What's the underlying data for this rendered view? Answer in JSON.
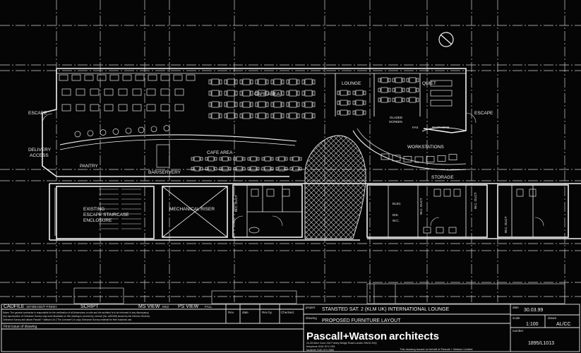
{
  "plan": {
    "rooms": {
      "escape_left": "ESCAPE",
      "escape_right": "ESCAPE",
      "delivery_access_1": "DELIVERY",
      "delivery_access_2": "ACCESS",
      "pantry": "PANTRY",
      "bar_servery": "BAR/SERVERY",
      "cafe_area_upper": "CAFE AREA",
      "cafe_area_lower": "CAFE AREA",
      "lounge": "LOUNGE",
      "quiet": "QUIET",
      "glazed_screen_1": "GLAZED",
      "glazed_screen_2": "SCREEN",
      "workstations": "WORKSTATIONS",
      "storage": "STORAGE",
      "fax": "FAX",
      "payphone": "PAYPHONE",
      "existing_stair_1": "EXISTING",
      "existing_stair_2": "ESCAPE STAIRCASE",
      "existing_stair_3": "ENCLOSURE",
      "mechanical_riser": "MECHANICAL RISER",
      "wc_duct_1": "W.C. DUCT",
      "wc_duct_2": "W.C. DUCT",
      "wc_duct_3": "W.C. DUCT",
      "wc_duct_4": "W.C. DUCT",
      "elec": "ELEC",
      "dis_wc_1": "DIS.",
      "dis_wc_2": "W.C."
    }
  },
  "title_block": {
    "cadfile_label": "CADFILE",
    "cadfile_value": "1873/BASE/F-FINISH",
    "script_label": "SCRIPT",
    "ms_view_label": "MS VIEW",
    "ms_view_value": "MS2",
    "ps_view_label": "PS VIEW",
    "ps_view_value": "FALL",
    "rev_label": "Rev.",
    "date_label": "date",
    "rev_by_label": "Rev by.",
    "checked_label": "Checked.",
    "notes_line1": "Notes: The general contractor is responsible for the verification of all dimensions on site and the architect is to be informed of any discrepancy.",
    "notes_line2": "Any reproduction of Ordnance Survey map work illustrated on this drawing is covered by Licence (No. al51265) issued by the Director General,",
    "notes_line3": "Ordnance Survey and allows Pascall + Watson Ltd (\"The Licensee\") to copy Ordnance Survey material for their business use.",
    "first_issue": "First issue of drawing.",
    "project_label": "project",
    "project_value": "STANSTED SAT. 2 (KLM UK) INTERNATIONAL LOUNGE",
    "drawing_label": "drawing",
    "drawing_value": "PROPOSED FURNITURE LAYOUT",
    "firm_bold": "Pascall+Watson",
    "firm_light": "architects",
    "address_1": "24-26 Alice Court   116 Putney Bridge Road   London SW15 2NQ",
    "address_2": "telephone 0181 874 1301",
    "address_3": "facsimile 0181 874 2566",
    "date_value": "30.03.99",
    "scale_label": "scale",
    "scale_value": "1:100",
    "drawn_label": "drawn",
    "drawn_value": "AL/CC",
    "number_label": "number",
    "number_value": "1895/L1013",
    "issued_note": "This drawing issued on behalf of Pascall + Watson Limited"
  }
}
